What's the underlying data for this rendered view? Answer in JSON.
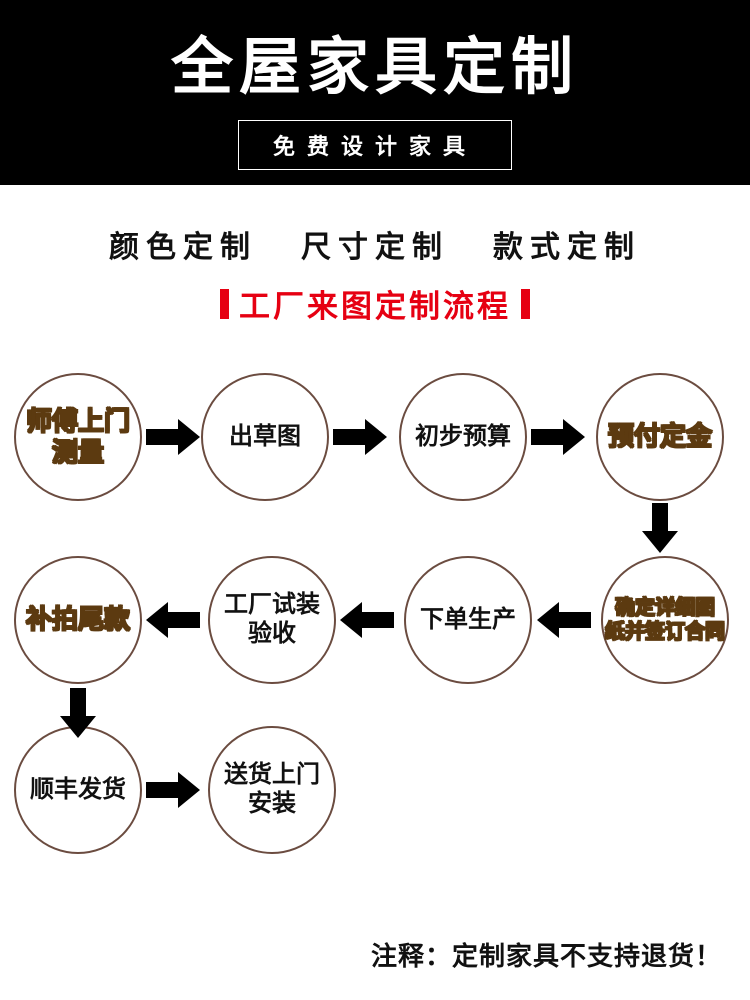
{
  "header": {
    "title": "全屋家具定制",
    "subtitle": "免费设计家具"
  },
  "features": {
    "items": [
      "颜色定制",
      "尺寸定制",
      "款式定制"
    ]
  },
  "process": {
    "title": "工厂来图定制流程",
    "steps": [
      {
        "label": "师傅上门\n测量",
        "highlight": true
      },
      {
        "label": "出草图",
        "highlight": false
      },
      {
        "label": "初步预算",
        "highlight": false
      },
      {
        "label": "预付定金",
        "highlight": true
      },
      {
        "label": "确定详细图\n纸并签订合同",
        "highlight": true
      },
      {
        "label": "下单生产",
        "highlight": false
      },
      {
        "label": "工厂试装\n验收",
        "highlight": false
      },
      {
        "label": "补拍尾款",
        "highlight": true
      },
      {
        "label": "顺丰发货",
        "highlight": false
      },
      {
        "label": "送货上门\n安装",
        "highlight": false
      }
    ]
  },
  "footer": {
    "note": "注释：定制家具不支持退货！"
  },
  "colors": {
    "banner_bg": "#000000",
    "accent_red": "#e60012",
    "circle_border": "#6b4c40",
    "highlight_text": "#f09f2e"
  }
}
